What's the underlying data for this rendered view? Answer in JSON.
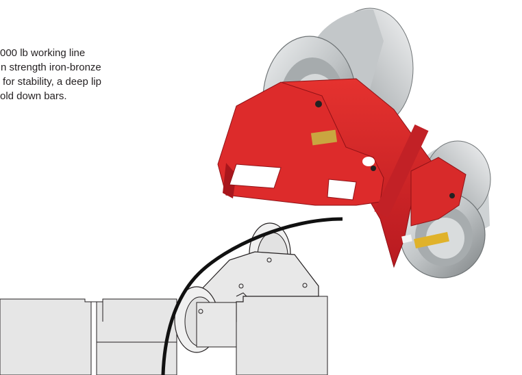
{
  "description": {
    "lines": [
      "000 lb working line",
      "n strength iron-bronze",
      "for stability, a deep lip",
      "old down bars."
    ]
  },
  "colors": {
    "frame_red": "#d8232a",
    "frame_red_dark": "#a8161c",
    "aluminum": "#c9ccce",
    "aluminum_dark": "#8f9496",
    "label_gold": "#c9a640",
    "diagram_fill": "#e6e6e6",
    "line": "#231f20"
  },
  "icons": [
    "cable-roller-photo",
    "manhole-roller-diagram"
  ]
}
